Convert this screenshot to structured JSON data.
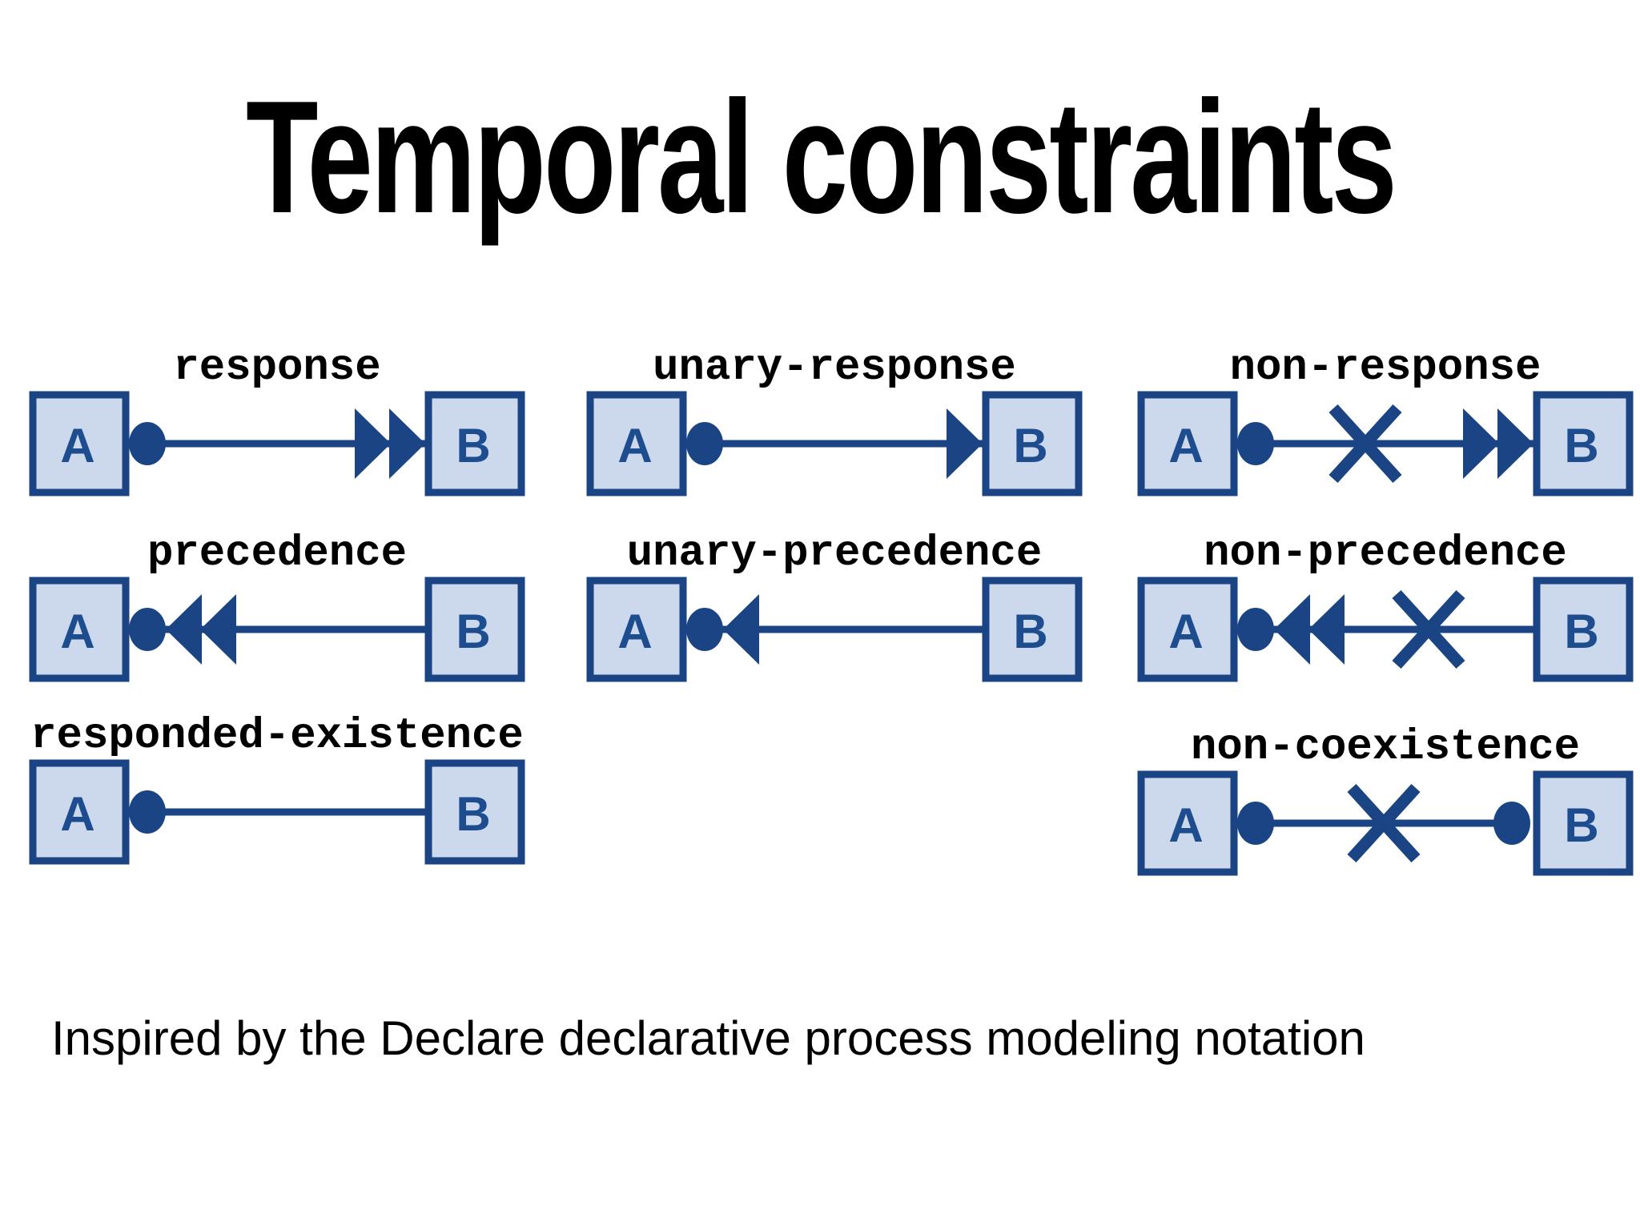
{
  "slide": {
    "title": "Temporal constraints",
    "caption": "Inspired by the Declare declarative process modeling notation"
  },
  "palette": {
    "navy": "#1b4484",
    "box_fill": "#ccd9ec",
    "letter": "#1d4c8f",
    "text": "#000000",
    "background": "#ffffff"
  },
  "diagrams": [
    {
      "label": "response",
      "row": 0,
      "col": 0,
      "source": "A",
      "target": "B",
      "connector": {
        "dot_at_source": true,
        "dot_at_target": false,
        "arrowheads_to_target": 2,
        "arrowheads_to_source": 0,
        "cross_position": null
      }
    },
    {
      "label": "unary-response",
      "row": 0,
      "col": 1,
      "source": "A",
      "target": "B",
      "connector": {
        "dot_at_source": true,
        "dot_at_target": false,
        "arrowheads_to_target": 1,
        "arrowheads_to_source": 0,
        "cross_position": null
      }
    },
    {
      "label": "non-response",
      "row": 0,
      "col": 2,
      "source": "A",
      "target": "B",
      "connector": {
        "dot_at_source": true,
        "dot_at_target": false,
        "arrowheads_to_target": 2,
        "arrowheads_to_source": 0,
        "cross_position": 0.44
      }
    },
    {
      "label": "precedence",
      "row": 1,
      "col": 0,
      "source": "A",
      "target": "B",
      "connector": {
        "dot_at_source": true,
        "dot_at_target": false,
        "arrowheads_to_target": 0,
        "arrowheads_to_source": 2,
        "cross_position": null
      }
    },
    {
      "label": "unary-precedence",
      "row": 1,
      "col": 1,
      "source": "A",
      "target": "B",
      "connector": {
        "dot_at_source": true,
        "dot_at_target": false,
        "arrowheads_to_target": 0,
        "arrowheads_to_source": 1,
        "cross_position": null
      }
    },
    {
      "label": "non-precedence",
      "row": 1,
      "col": 2,
      "source": "A",
      "target": "B",
      "connector": {
        "dot_at_source": true,
        "dot_at_target": false,
        "arrowheads_to_target": 0,
        "arrowheads_to_source": 2,
        "cross_position": 0.65
      }
    },
    {
      "label": "responded-existence",
      "row": 2,
      "col": 0,
      "source": "A",
      "target": "B",
      "connector": {
        "dot_at_source": true,
        "dot_at_target": false,
        "arrowheads_to_target": 0,
        "arrowheads_to_source": 0,
        "cross_position": null
      }
    },
    {
      "label": "non-coexistence",
      "row": 2,
      "col": 2,
      "source": "A",
      "target": "B",
      "connector": {
        "dot_at_source": true,
        "dot_at_target": true,
        "arrowheads_to_target": 0,
        "arrowheads_to_source": 0,
        "cross_position": 0.5
      }
    }
  ]
}
